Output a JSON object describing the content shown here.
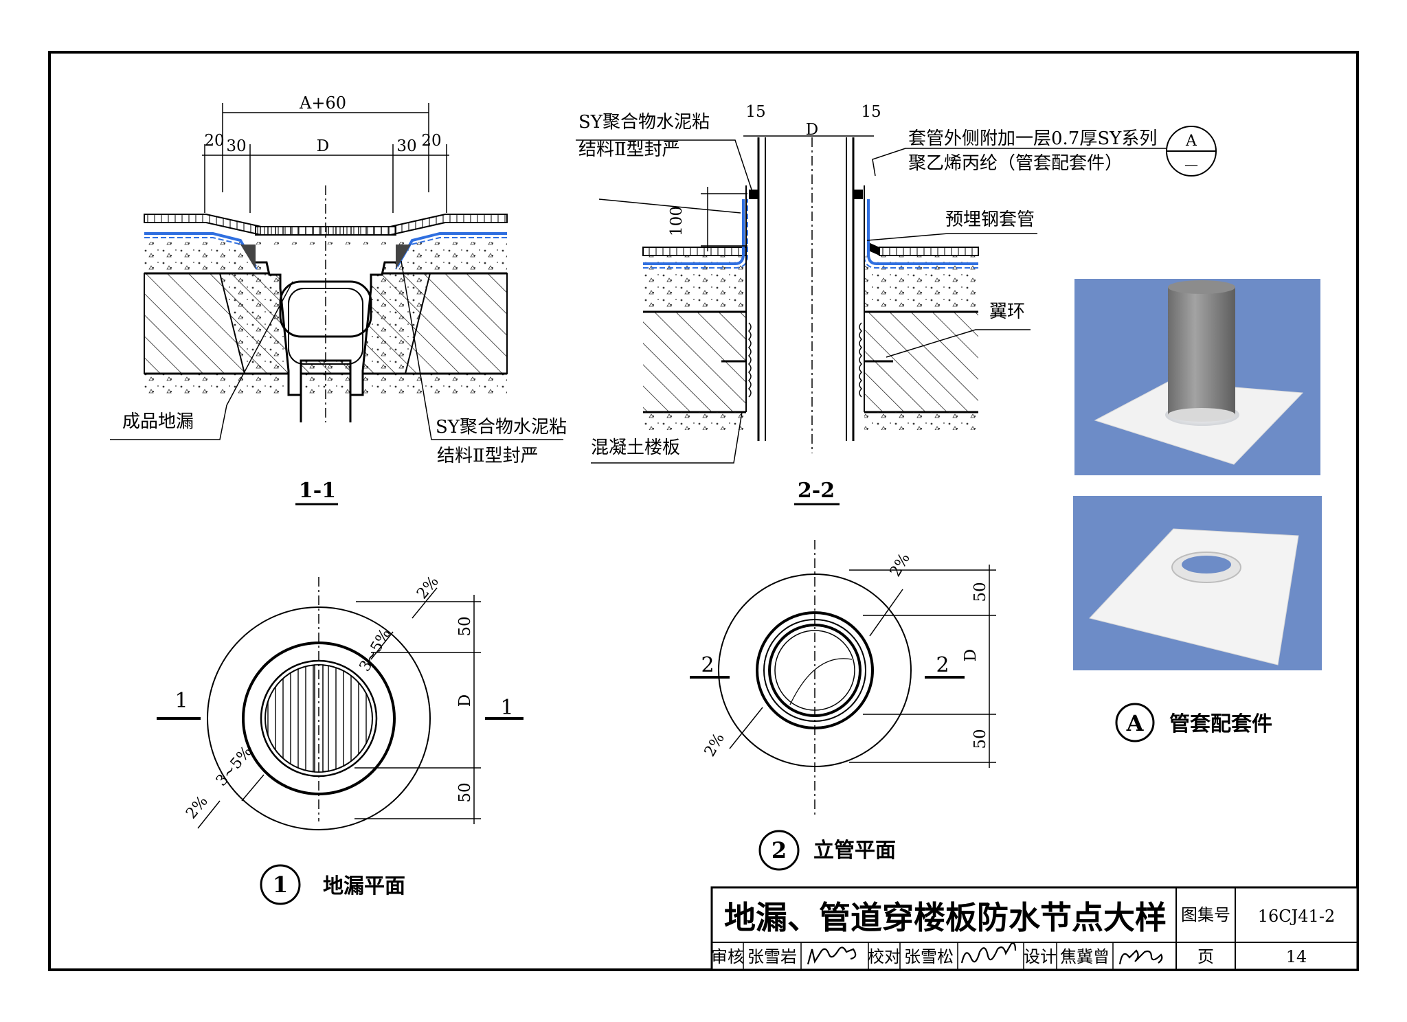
{
  "drawing_title": "地漏、管道穿楼板防水节点大样",
  "atlas_label": "图集号",
  "atlas_no": "16CJ41-2",
  "page_label": "页",
  "page_no": "14",
  "signoff": {
    "review_label": "审核",
    "review_name": "张雪岩",
    "check_label": "校对",
    "check_name": "张雪松",
    "design_label": "设计",
    "design_name": "焦冀曾"
  },
  "section_11": {
    "title": "1-1",
    "dim_overall": "A+60",
    "dim_20_left": "20",
    "dim_30_left": "30",
    "dim_d": "D",
    "dim_30_right": "30",
    "dim_20_right": "20",
    "note_drain": "成品地漏",
    "note_seal_1": "SY聚合物水泥粘",
    "note_seal_2": "结料Ⅱ型封严"
  },
  "section_22": {
    "title": "2-2",
    "dim_15_left": "15",
    "dim_d": "D",
    "dim_15_right": "15",
    "dim_100": "100",
    "note_seal_1": "SY聚合物水泥粘",
    "note_seal_2": "结料Ⅱ型封严",
    "note_sleeve_1": "套管外侧附加一层0.7厚SY系列",
    "note_sleeve_2": "聚乙烯丙纶（管套配套件）",
    "ref_top": "A",
    "ref_bottom": "—",
    "note_steel_sleeve": "预埋钢套管",
    "note_wing_ring": "翼环",
    "note_slab": "混凝土楼板"
  },
  "plan_1": {
    "number": "1",
    "title": "地漏平面",
    "cut_left": "1",
    "cut_right": "1",
    "slope_top": "2%",
    "slope_inner_top": "3~5%",
    "slope_inner_bottom": "3~5%",
    "slope_bottom": "2%",
    "dim_50_top": "50",
    "dim_d": "D",
    "dim_50_bottom": "50"
  },
  "plan_2": {
    "number": "2",
    "title": "立管平面",
    "cut_left": "2",
    "cut_right": "2",
    "slope_top": "2%",
    "slope_bottom": "2%",
    "dim_50_top": "50",
    "dim_d": "D",
    "dim_50_bottom": "50"
  },
  "accessory": {
    "letter": "A",
    "title": "管套配套件"
  },
  "colors": {
    "membrane_blue": "#2f6fe0",
    "photo_bg": "#6d8cc7",
    "line": "#000000"
  }
}
